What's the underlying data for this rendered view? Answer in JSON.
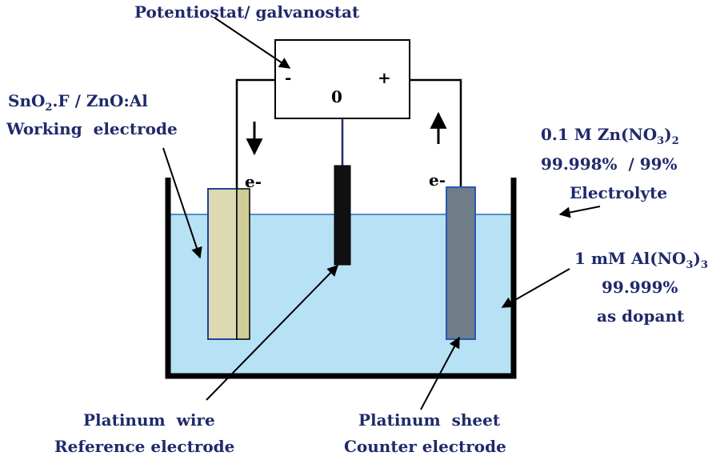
{
  "instrument": {
    "title": "Potentiostat/ galvanostat",
    "minus": "-",
    "plus": "+",
    "zero": "0"
  },
  "working": {
    "line1_a": "SnO",
    "line1_sub": "2",
    "line1_b": ".F / ZnO:Al",
    "line2": "Working  electrode"
  },
  "electrolyte": {
    "line1_a": "0.1 M Zn(NO",
    "line1_sub1": "3",
    "line1_b": ")",
    "line1_sub2": "2",
    "line2": "99.998%  / 99%",
    "line3": "Electrolyte"
  },
  "dopant": {
    "line1_a": "1 mM Al(NO",
    "line1_sub1": "3",
    "line1_b": ")",
    "line1_sub2": "3",
    "line2": "99.999%",
    "line3": "as dopant"
  },
  "reference": {
    "line1": "Platinum  wire",
    "line2": "Reference electrode"
  },
  "counter": {
    "line1": "Platinum  sheet",
    "line2": "Counter electrode"
  },
  "electron_left": "e-",
  "electron_right": "e-",
  "colors": {
    "text": "#1f2a6b",
    "electrolyte": "#b7e1f5",
    "working_electrode": "#ddd9b0",
    "counter_electrode": "#6e7d88",
    "reference_electrode": "#111111",
    "wire_reference": "#1f2a6b"
  }
}
